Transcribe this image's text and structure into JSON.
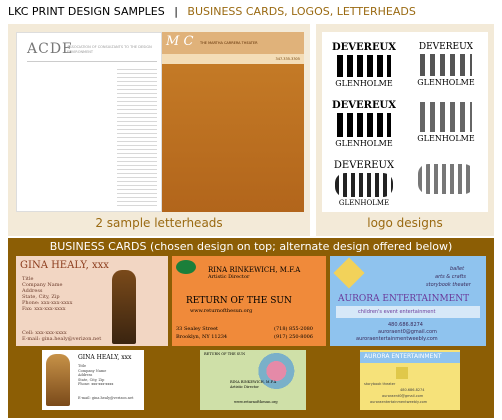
{
  "header": {
    "left": "LKC PRINT DESIGN SAMPLES",
    "separator": "|",
    "right": "BUSINESS CARDS, LOGOS, LETTERHEADS"
  },
  "colors": {
    "brown": "#8c5e05",
    "tan": "#f3ead8",
    "accent_text": "#9a6a12"
  },
  "letterheads": {
    "caption": "2 sample letterheads",
    "acde": {
      "logo": "ACDE",
      "tagline": "ASSOCIATION OF CONSULTANTS TO THE DESIGN ENVIRONMENT"
    },
    "theater": {
      "monogram": "M C",
      "title": "THE MARTHA CARRERA THEATER",
      "footer": "347.335.3305"
    }
  },
  "logos": {
    "caption": "logo designs",
    "top": "DEVEREUX",
    "bottom": "GLENHOLME"
  },
  "business_cards": {
    "header": "BUSINESS CARDS (chosen design on top; alternate design offered below)",
    "gina": {
      "name": "GINA HEALY, xxx",
      "lines": [
        "Title",
        "Company Name",
        "Address",
        "State, City, Zip",
        "Phone: xxx-xxx-xxxx",
        "Fax: xxx-xxx-xxxx"
      ],
      "cell": "Cell: xxx-xxx-xxxx",
      "email": "E-mail: gina.healy@verizon.net"
    },
    "rina": {
      "name": "RINA RINKEWICH, M.F.A",
      "title": "Artistic Director",
      "show": "RETURN OF THE SUN",
      "web": "www.returnofthesun.org",
      "address1": "33 Sealey Street",
      "address2": "Brooklyn, NY 11234",
      "phone1": "(718) 855-2080",
      "phone2": "(917) 250-8006"
    },
    "aurora": {
      "name": "AURORA ENTERTAINMENT",
      "tagline": "children's event entertainment",
      "services": [
        "ballet",
        "arts & crafts",
        "storybook theater"
      ],
      "phone": "480.686.8274",
      "email": "auroraent0@gmail.com",
      "web": "auroraentertainmentweebly.com"
    }
  }
}
